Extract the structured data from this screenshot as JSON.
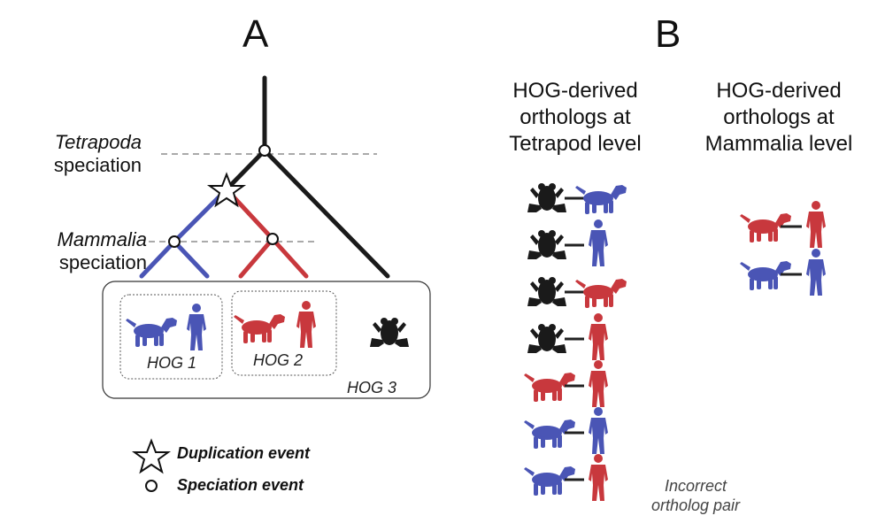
{
  "panel_a": {
    "letter": "A",
    "tetrapoda_label": "Tetrapoda",
    "tetrapoda_sub": "speciation",
    "mammalia_label": "Mammalia",
    "mammalia_sub": "speciation",
    "hogs": [
      {
        "label": "HOG 1",
        "members": [
          "dog",
          "human"
        ],
        "color": "#4a55b5"
      },
      {
        "label": "HOG 2",
        "members": [
          "dog",
          "human"
        ],
        "color": "#c8383d"
      },
      {
        "label": "HOG 3",
        "members": [
          "frog"
        ],
        "color": "#1a1a1a"
      }
    ]
  },
  "legend": {
    "duplication": "Duplication event",
    "speciation": "Speciation event"
  },
  "panel_b": {
    "letter": "B",
    "tetrapod_header": [
      "HOG-derived",
      "orthologs at",
      "Tetrapod level"
    ],
    "mammalia_header": [
      "HOG-derived",
      "orthologs at",
      "Mammalia level"
    ],
    "tetrapod_pairs": [
      {
        "left": "frog",
        "left_color": "#1a1a1a",
        "right": "dog",
        "right_color": "#4a55b5"
      },
      {
        "left": "frog",
        "left_color": "#1a1a1a",
        "right": "human",
        "right_color": "#4a55b5"
      },
      {
        "left": "frog",
        "left_color": "#1a1a1a",
        "right": "dog",
        "right_color": "#c8383d"
      },
      {
        "left": "frog",
        "left_color": "#1a1a1a",
        "right": "human",
        "right_color": "#c8383d"
      },
      {
        "left": "dog",
        "left_color": "#c8383d",
        "right": "human",
        "right_color": "#c8383d"
      },
      {
        "left": "dog",
        "left_color": "#4a55b5",
        "right": "human",
        "right_color": "#4a55b5"
      },
      {
        "left": "dog",
        "left_color": "#4a55b5",
        "right": "human",
        "right_color": "#c8383d"
      }
    ],
    "mammalia_pairs": [
      {
        "left": "dog",
        "left_color": "#c8383d",
        "right": "human",
        "right_color": "#c8383d"
      },
      {
        "left": "dog",
        "left_color": "#4a55b5",
        "right": "human",
        "right_color": "#4a55b5"
      }
    ],
    "incorrect_note": [
      "Incorrect",
      "ortholog pair"
    ]
  },
  "colors": {
    "blue": "#4a55b5",
    "red": "#c8383d",
    "black": "#1a1a1a",
    "dashed": "#aaaaaa"
  }
}
